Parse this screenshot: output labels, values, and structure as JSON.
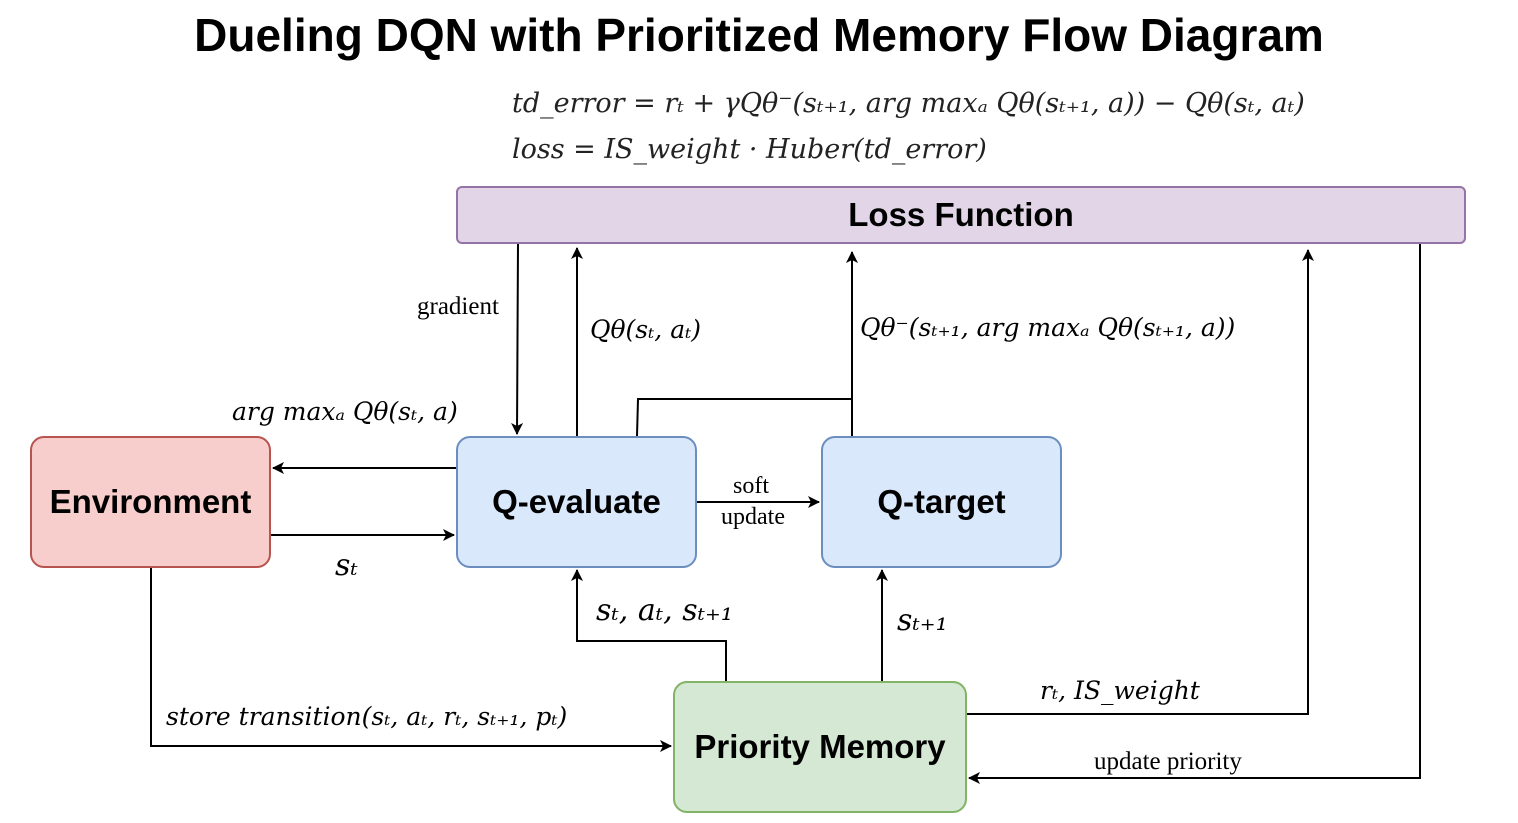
{
  "title": "Dueling DQN with Prioritized Memory Flow Diagram",
  "formulas": {
    "td_error": "td_error = rₜ + γQθ⁻(sₜ₊₁, arg maxₐ Qθ(sₜ₊₁, a)) − Qθ(sₜ, aₜ)",
    "loss": "loss = IS_weight · Huber(td_error)"
  },
  "nodes": {
    "loss": "Loss Function",
    "environment": "Environment",
    "q_evaluate": "Q-evaluate",
    "q_target": "Q-target",
    "priority_memory": "Priority Memory"
  },
  "edges": {
    "gradient": "gradient",
    "q_eval_output": "Qθ(sₜ, aₜ)",
    "q_target_output": "Qθ⁻(sₜ₊₁, arg maxₐ Qθ(sₜ₊₁, a))",
    "action": "arg maxₐ Qθ(sₜ, a)",
    "state": "sₜ",
    "soft_update_1": "soft",
    "soft_update_2": "update",
    "sample_eval": "sₜ, aₜ, sₜ₊₁",
    "sample_target": "sₜ₊₁",
    "store": "store transition(sₜ, aₜ, rₜ, sₜ₊₁, pₜ)",
    "reward_weight": "rₜ, IS_weight",
    "update_priority": "update priority"
  },
  "colors": {
    "loss_fill": "#e1d5e7",
    "loss_stroke": "#9673a6",
    "env_fill": "#f8cecc",
    "env_stroke": "#b85450",
    "q_fill": "#dae8fc",
    "q_stroke": "#6c8ebf",
    "mem_fill": "#d5e8d4",
    "mem_stroke": "#82b366"
  }
}
